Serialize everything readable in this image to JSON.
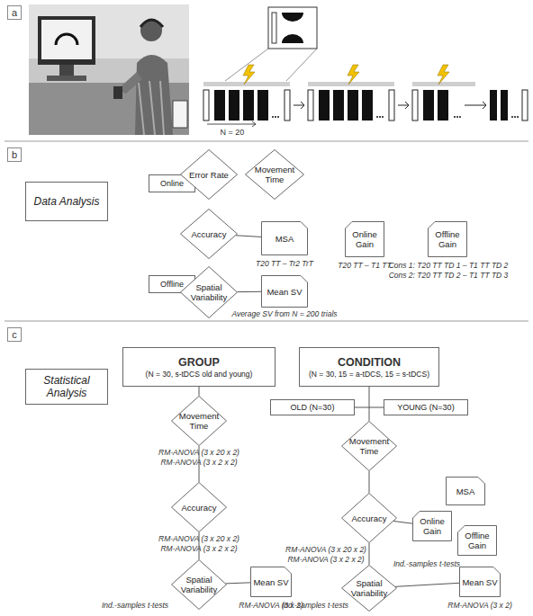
{
  "diagram": {
    "nodes": [
      {
        "text": [
          "Data Analysis"
        ]
      },
      {
        "text": [
          "Online"
        ]
      },
      {
        "text": [
          "Error Rate"
        ]
      },
      {
        "text": [
          "Movement Time"
        ]
      },
      {
        "text": [
          "Accuracy"
        ]
      },
      {
        "text": [
          "MSA"
        ]
      },
      {
        "text": [
          "Online Gain"
        ]
      },
      {
        "text": [
          "Offline Gain"
        ]
      },
      {
        "text": [
          "Offline"
        ]
      },
      {
        "text": [
          "Spatial Variability"
        ]
      },
      {
        "text": [
          "Mean SV"
        ]
      },
      {
        "text": [
          "Statistical Analysis"
        ]
      },
      {
        "text": [
          "GROUP",
          "(N = 30, s-tDCS old and young)"
        ]
      },
      {
        "text": [
          "CONDITION",
          "(N = 30, 15 = a-tDCS, 15 = s-tDCS)"
        ]
      },
      {
        "text": [
          "OLD (N=30)"
        ]
      },
      {
        "text": [
          "YOUNG (N=30)"
        ]
      },
      {
        "text": [
          "Movement Time"
        ]
      },
      {
        "text": [
          "Accuracy"
        ]
      },
      {
        "text": [
          "Spatial Variability"
        ]
      },
      {
        "text": [
          "Mean SV"
        ]
      },
      {
        "text": [
          "Movement Time"
        ]
      },
      {
        "text": [
          "MSA"
        ]
      },
      {
        "text": [
          "Accuracy"
        ]
      },
      {
        "text": [
          "Online Gain"
        ]
      },
      {
        "text": [
          "Offline Gain"
        ]
      },
      {
        "text": [
          "Spatial Variability"
        ]
      },
      {
        "text": [
          "Mean SV"
        ]
      }
    ],
    "edges": [
      {
        "from": 4,
        "to": 5,
        "arrow": "none"
      },
      {
        "from": 9,
        "to": 10,
        "arrow": "none"
      },
      {
        "from": 12,
        "to": 16,
        "arrow": "none"
      },
      {
        "from": 16,
        "to": 17,
        "arrow": "none"
      },
      {
        "from": 17,
        "to": 18,
        "arrow": "none"
      },
      {
        "from": 18,
        "to": 19,
        "arrow": "none"
      },
      {
        "from": 13,
        "to": 20,
        "arrow": "none"
      },
      {
        "from": 14,
        "to": 15,
        "arrow": "none"
      },
      {
        "from": 20,
        "to": 22,
        "arrow": "none"
      },
      {
        "from": 22,
        "to": 23,
        "arrow": "none"
      },
      {
        "from": 22,
        "to": 25,
        "arrow": "none"
      },
      {
        "from": 25,
        "to": 26,
        "arrow": "none"
      }
    ],
    "labels": [
      "a",
      "N = 20",
      "b",
      "T20 TT – Tr2 TrT",
      "T20 TT – T1 TT",
      "Cons 1: T20 TT TD 1 – T1 TT TD 2",
      "Cons 2: T20 TT TD 2 – T1 TT TD 3",
      "Average SV from N = 200 trials",
      "c",
      "RM-ANOVA (3 x 20 x 2)",
      "RM-ANOVA (3 x 2 x 2)",
      "RM-ANOVA (3 x 20 x 2)",
      "RM-ANOVA (3 x 2 x 2)",
      "Ind.-samples t-tests",
      "RM-ANOVA (3 x 2)",
      "RM-ANOVA (3 x 20 x 2)",
      "RM-ANOVA (3 x 2 x 2)",
      "Ind.-samples t-tests",
      "Ind.-samples t-tests",
      "RM-ANOVA (3 x 2)"
    ]
  }
}
